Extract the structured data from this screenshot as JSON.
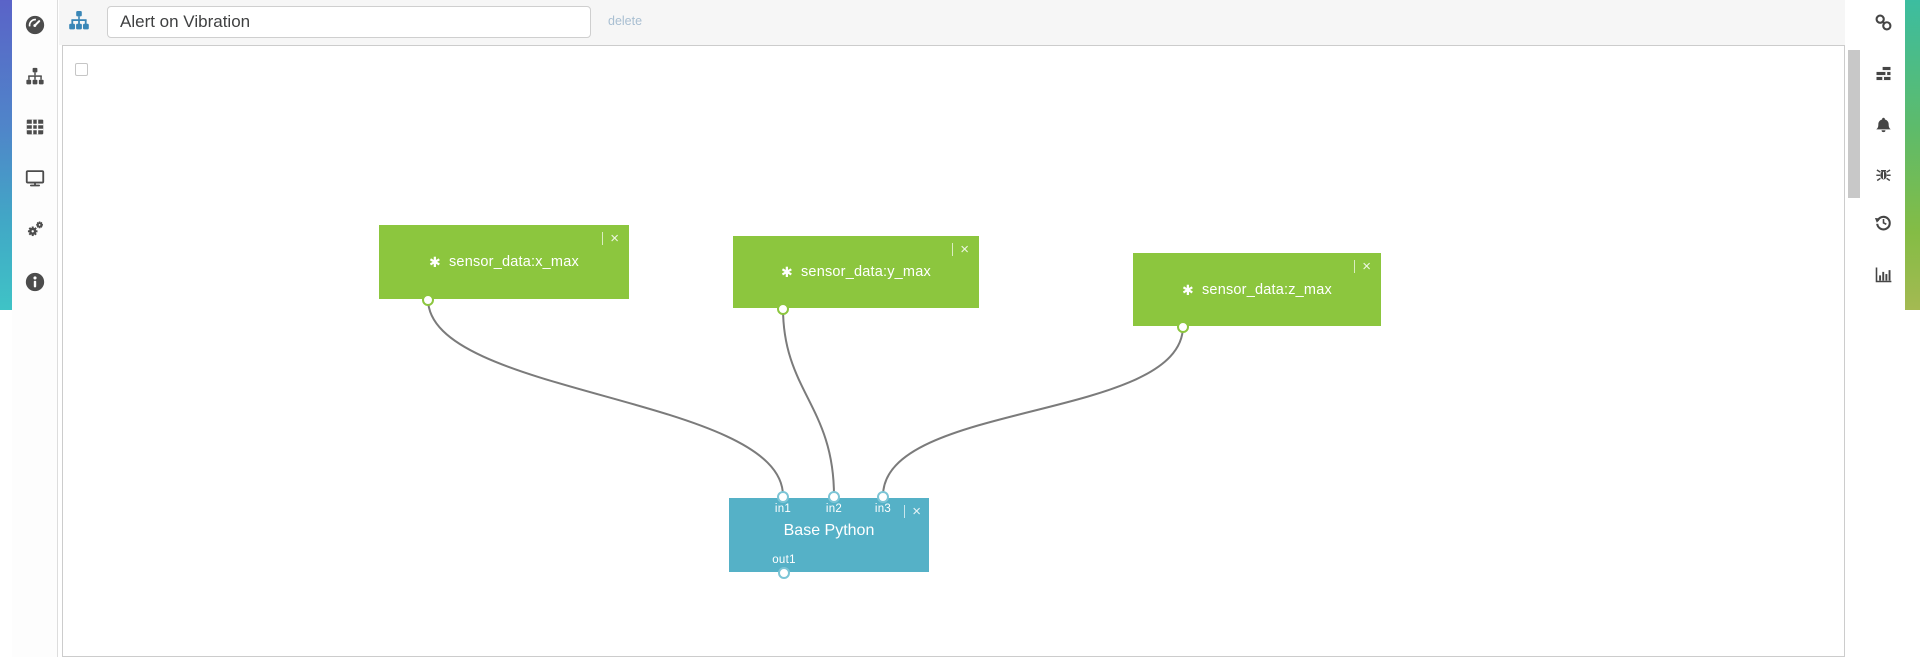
{
  "header": {
    "workflow_icon": "sitemap-icon",
    "title_value": "Alert on Vibration",
    "delete_label": "delete"
  },
  "left_sidebar": {
    "items": [
      {
        "icon": "dashboard-gauge-icon"
      },
      {
        "icon": "sitemap-icon"
      },
      {
        "icon": "table-icon"
      },
      {
        "icon": "monitor-icon"
      },
      {
        "icon": "gears-icon"
      },
      {
        "icon": "info-icon"
      }
    ]
  },
  "right_sidebar": {
    "items": [
      {
        "icon": "link-icon"
      },
      {
        "icon": "tasks-icon"
      },
      {
        "icon": "bell-icon"
      },
      {
        "icon": "bug-icon"
      },
      {
        "icon": "history-icon"
      },
      {
        "icon": "bar-chart-icon"
      }
    ]
  },
  "canvas": {
    "nodes": [
      {
        "label": "sensor_data:x_max",
        "icon": "✱",
        "close": "×",
        "color": "#8cc63e"
      },
      {
        "label": "sensor_data:y_max",
        "icon": "✱",
        "close": "×",
        "color": "#8cc63e"
      },
      {
        "label": "sensor_data:z_max",
        "icon": "✱",
        "close": "×",
        "color": "#8cc63e"
      },
      {
        "label": "Base Python",
        "close": "×",
        "color": "#55b1c7",
        "inputs": [
          "in1",
          "in2",
          "in3"
        ],
        "outputs": [
          "out1"
        ]
      }
    ],
    "edges": [
      {
        "from": "sensor_data:x_max.output",
        "to": "Base Python.in1"
      },
      {
        "from": "sensor_data:y_max.output",
        "to": "Base Python.in2"
      },
      {
        "from": "sensor_data:z_max.output",
        "to": "Base Python.in3"
      }
    ]
  },
  "colors": {
    "node_green": "#8cc63e",
    "node_teal": "#55b1c7",
    "edge_gray": "#7b7b7b",
    "accent_blue": "#3a87b7",
    "topbar_bg": "#f6f6f6",
    "delete_link": "#a9bfd2"
  }
}
